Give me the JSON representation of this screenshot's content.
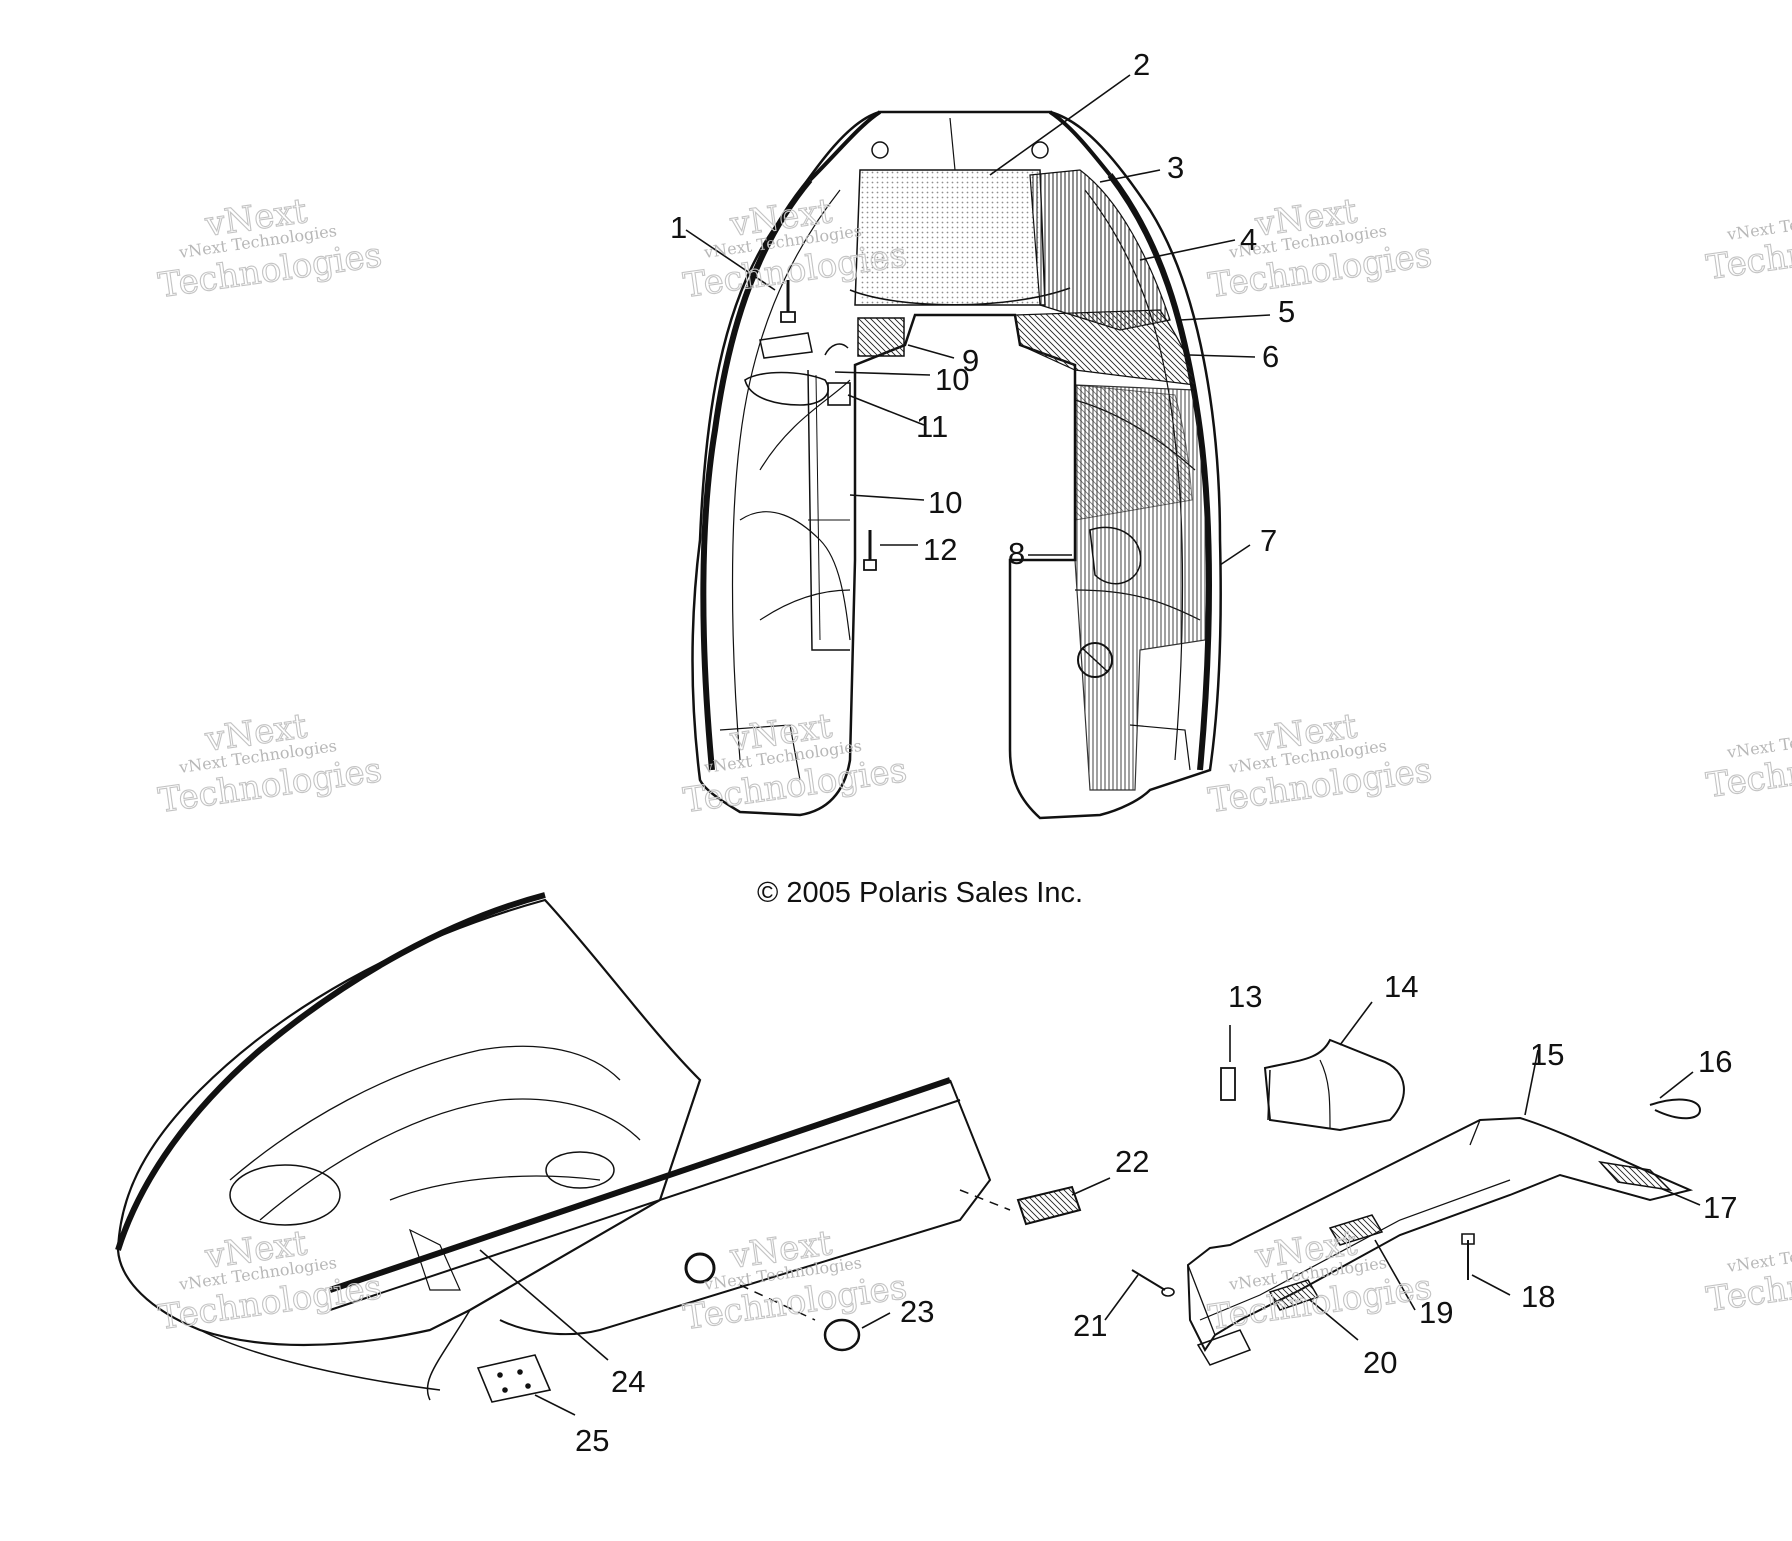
{
  "diagram": {
    "copyright": "© 2005 Polaris Sales Inc.",
    "callouts": [
      "1",
      "2",
      "3",
      "4",
      "5",
      "6",
      "7",
      "8",
      "9",
      "10",
      "10",
      "11",
      "12",
      "13",
      "14",
      "15",
      "16",
      "17",
      "18",
      "19",
      "20",
      "21",
      "22",
      "23",
      "24",
      "25"
    ]
  },
  "watermark": {
    "line1": "vNext Technologies",
    "line2": "vNext",
    "line3": "Technologies"
  },
  "colors": {
    "ink": "#111111",
    "watermark": "#bdbdbd",
    "background": "#ffffff"
  }
}
